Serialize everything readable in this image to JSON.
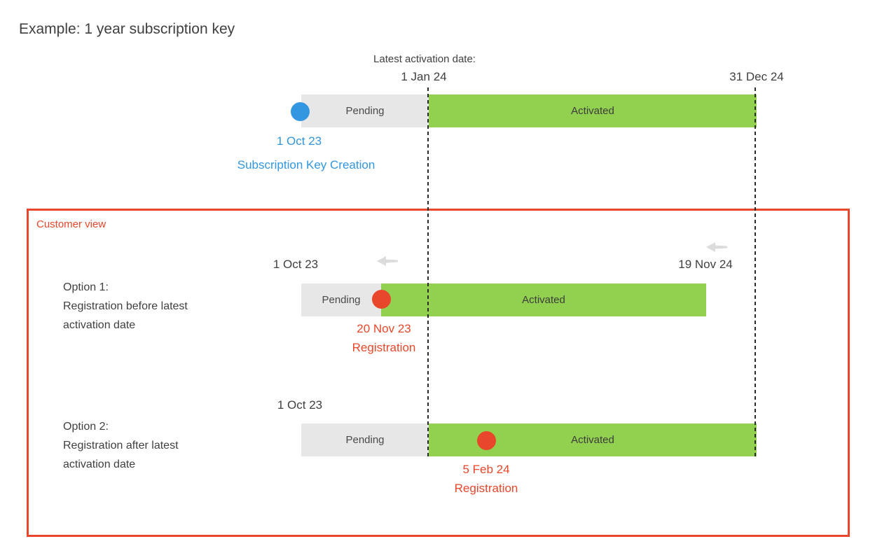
{
  "page": {
    "title": "Example: 1 year subscription key"
  },
  "colors": {
    "blue": "#3396e0",
    "green": "#92d050",
    "pending_gray": "#e7e7e7",
    "red": "#e9472b",
    "text_dark": "#404040",
    "arrow_gray": "#dcdcdc"
  },
  "header": {
    "latest_activation_label": "Latest activation date:",
    "latest_activation_date": "1 Jan 24",
    "end_date": "31 Dec 24"
  },
  "main_timeline": {
    "pending_label": "Pending",
    "activated_label": "Activated",
    "creation_date": "1 Oct 23",
    "creation_label": "Subscription Key Creation"
  },
  "customer_view": {
    "box_label": "Customer view",
    "option1": {
      "title": "Option 1:",
      "line2": "Registration before latest",
      "line3": "activation date",
      "start_date": "1 Oct 23",
      "end_date": "19 Nov 24",
      "pending_label": "Pending",
      "activated_label": "Activated",
      "registration_date": "20 Nov 23",
      "registration_label": "Registration"
    },
    "option2": {
      "title": "Option 2:",
      "line2": "Registration after latest",
      "line3": "activation date",
      "start_date": "1 Oct 23",
      "pending_label": "Pending",
      "activated_label": "Activated",
      "registration_date": "5 Feb 24",
      "registration_label": "Registration"
    }
  }
}
